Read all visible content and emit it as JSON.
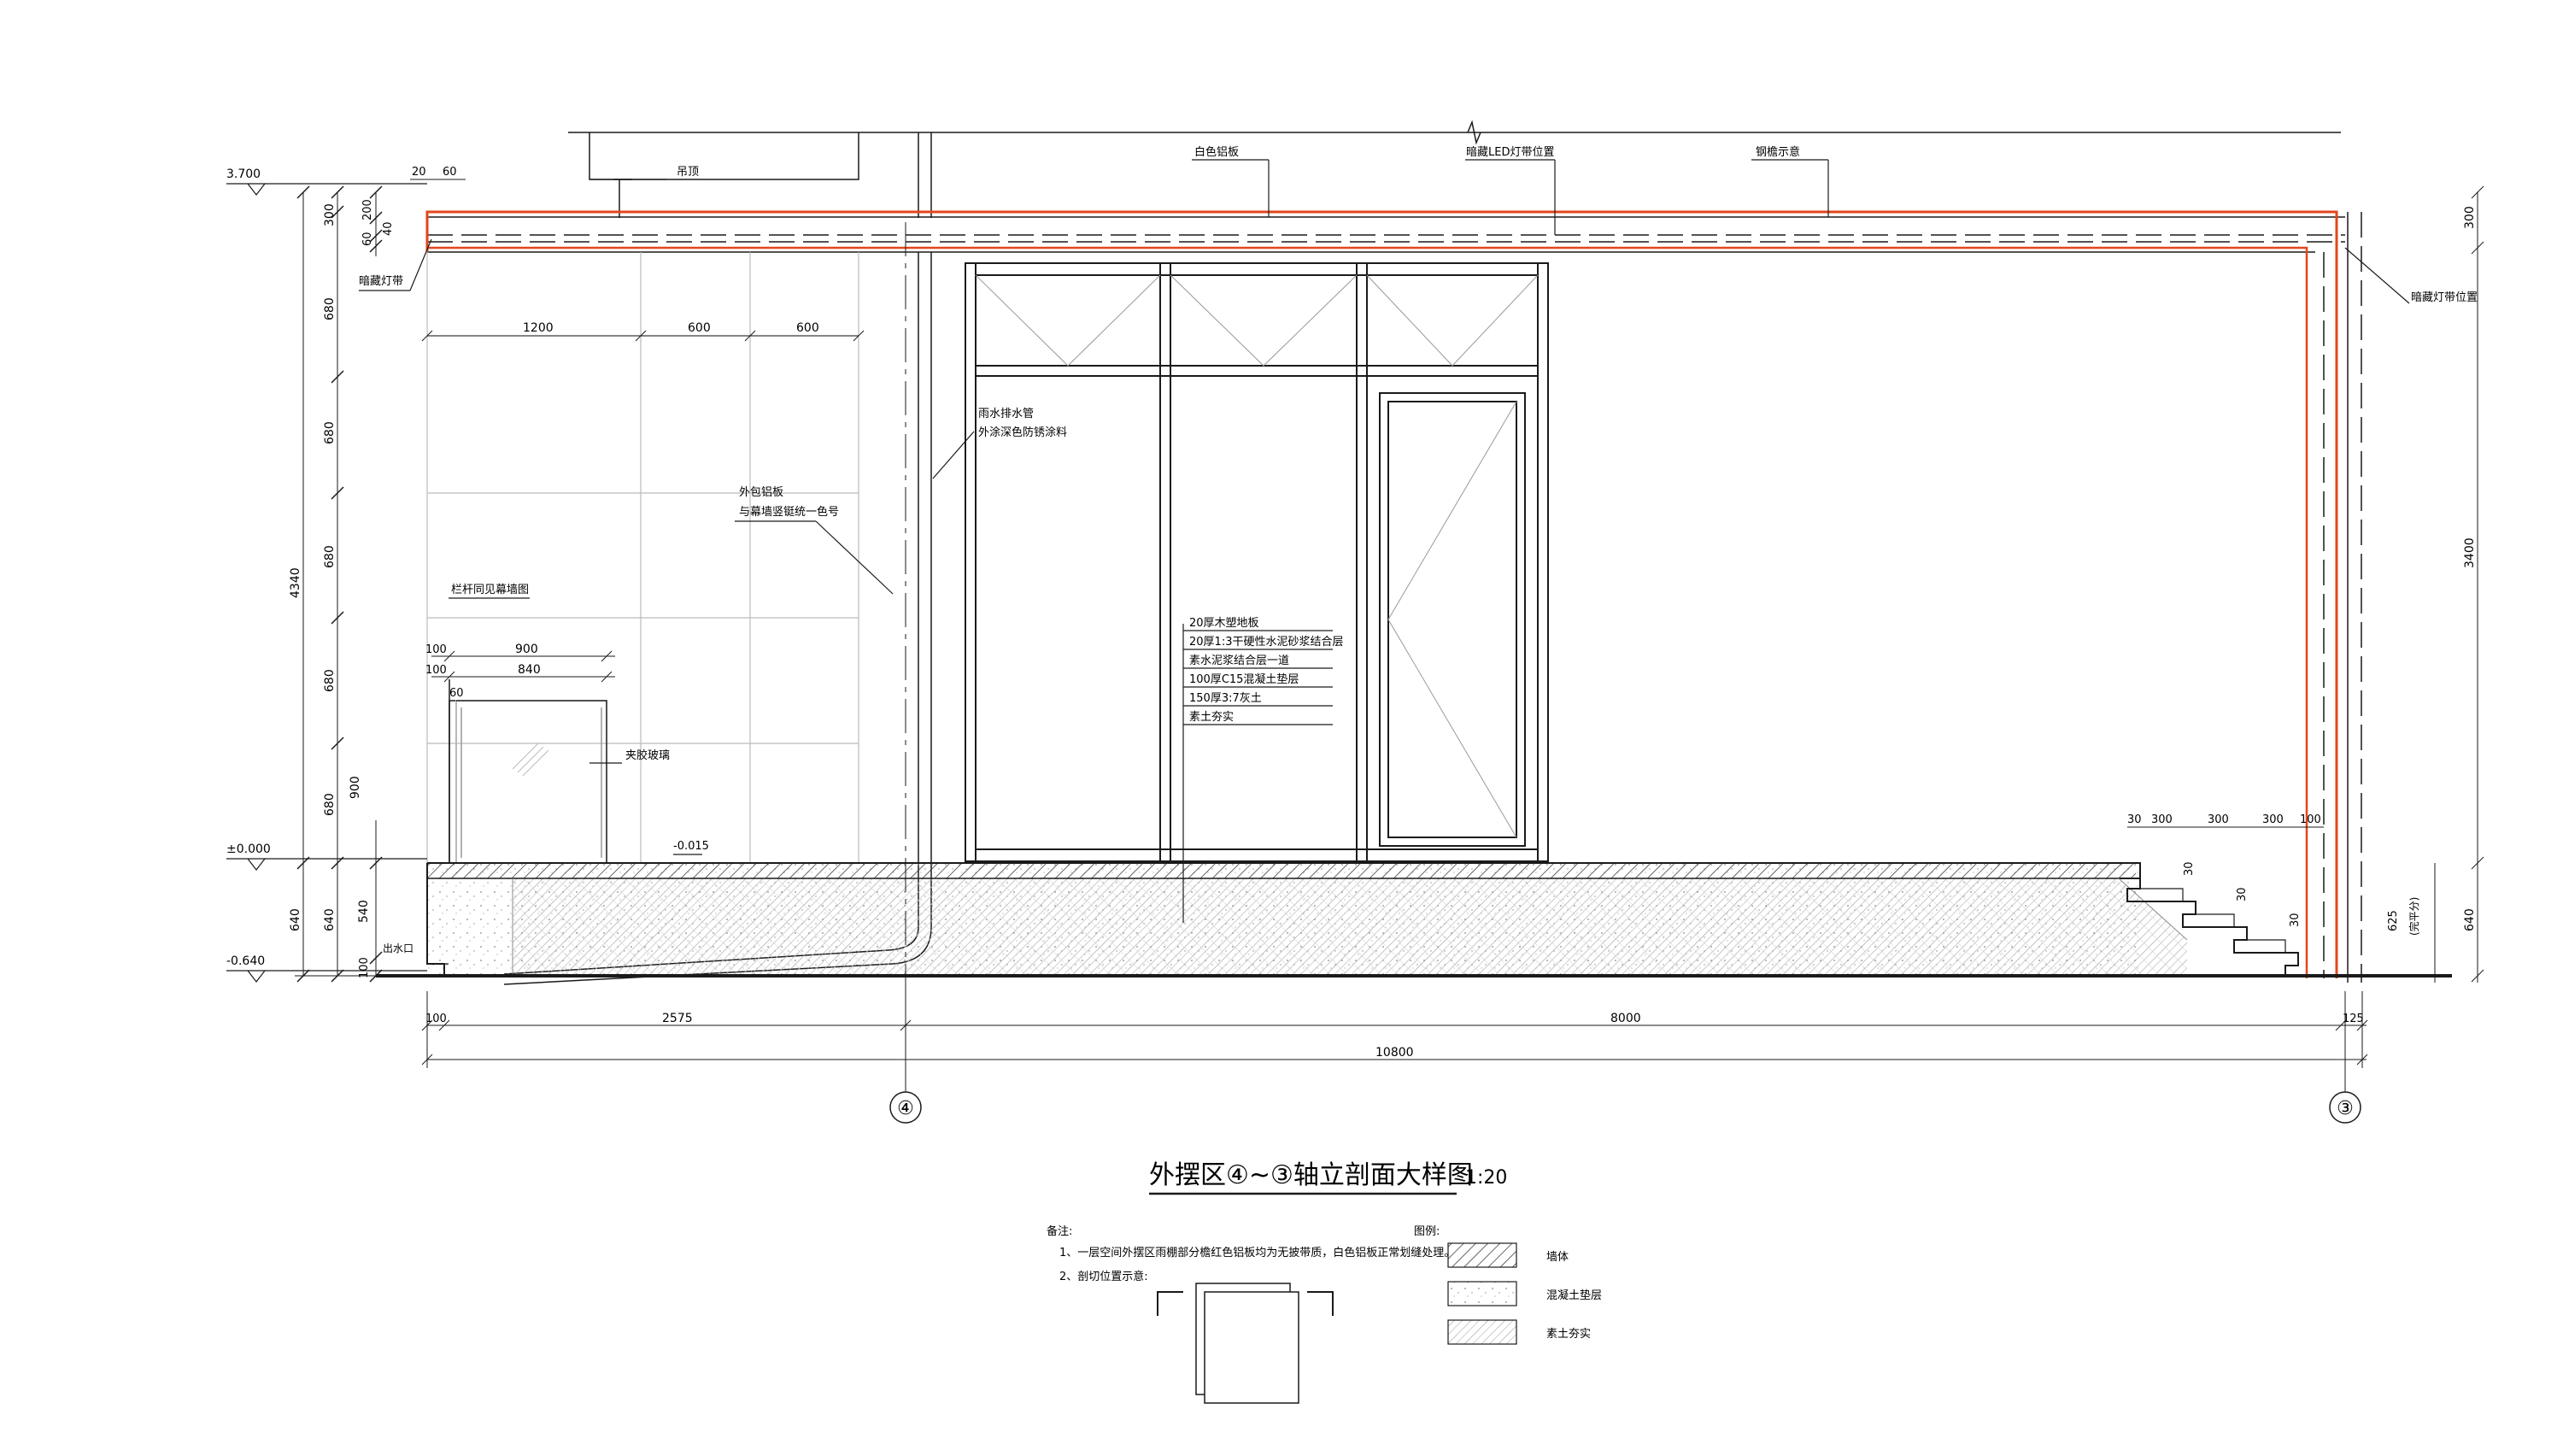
{
  "title": {
    "main": "外摆区④~③轴立剖面大样图",
    "scale": "1:20"
  },
  "colors": {
    "line": "#1a1a1a",
    "highlight": "#e2461d",
    "hatch": "#8c8c8c",
    "background": "#ffffff"
  },
  "elevations": [
    "3.700",
    "±0.000",
    "-0.640"
  ],
  "annotations": {
    "ceiling": "吊顶",
    "white_panel": "白色铝板",
    "hidden_led": "暗藏LED灯带位置",
    "gutter": "钢檐示意",
    "hidden_strip": "暗藏灯带",
    "hidden_strip_right": "暗藏灯带位置",
    "drain_pipe_1": "雨水排水管",
    "drain_pipe_2": "外涂深色防锈涂料",
    "alum_panel_1": "外包铝板",
    "alum_panel_2": "与幕墙竖铤统一色号",
    "railing": "栏杆同见幕墙图",
    "laminated_glass": "夹胶玻璃",
    "level_note": "-0.015",
    "drain_outlet": "出水口",
    "right_mark": "(完平分)"
  },
  "floor_layers": [
    "20厚木塑地板",
    "20厚1:3干硬性水泥砂浆结合层",
    "素水泥浆结合层一道",
    "100厚C15混凝土垫层",
    "150厚3:7灰土",
    "素土夯实"
  ],
  "dims": {
    "top_20": "20",
    "top_60": "60",
    "left_300": "300",
    "left_200": "200",
    "left_60": "60",
    "left_40": "40",
    "left_680": "680",
    "left_900": "900",
    "left_4340": "4340",
    "left_640": "640",
    "left_540": "540",
    "left_100": "100",
    "grid_1200": "1200",
    "grid_600": "600",
    "rail_100": "100",
    "rail_900": "900",
    "rail_840": "840",
    "rail_60": "60",
    "stair_30": "30",
    "stair_300": "300",
    "stair_100": "100",
    "right_300": "300",
    "right_3400": "3400",
    "right_640": "640",
    "right_625": "625",
    "bottom_100": "100",
    "bottom_2575": "2575",
    "bottom_8000": "8000",
    "bottom_125": "125",
    "bottom_10800": "10800"
  },
  "axes": [
    "④",
    "③"
  ],
  "notes": {
    "heading": "备注:",
    "item1": "1、一层空间外摆区雨棚部分檐红色铝板均为无披带质，白色铝板正常划缝处理。",
    "item2": "2、剖切位置示意:"
  },
  "legend": {
    "heading": "图例:",
    "items": [
      "墙体",
      "混凝土垫层",
      "素土夯实"
    ]
  }
}
